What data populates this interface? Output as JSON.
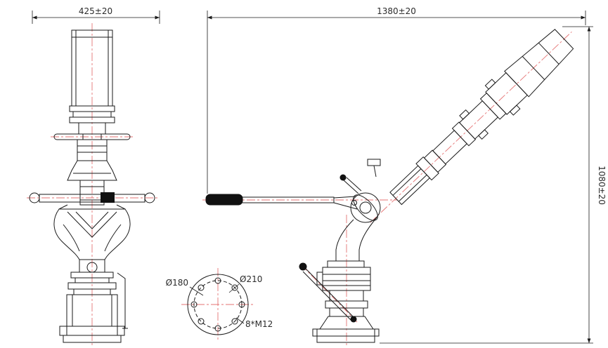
{
  "views": {
    "front": {
      "width_dim": "425±20"
    },
    "side": {
      "width_dim": "1380±20",
      "height_dim": "1080±20"
    },
    "flange": {
      "bolt_circle_dia": "Ø180",
      "outer_dia": "Ø210",
      "bolt_spec": "8*M12"
    }
  },
  "colors": {
    "line": "#1a1a1a",
    "centerline": "#e57373",
    "background": "#ffffff"
  }
}
